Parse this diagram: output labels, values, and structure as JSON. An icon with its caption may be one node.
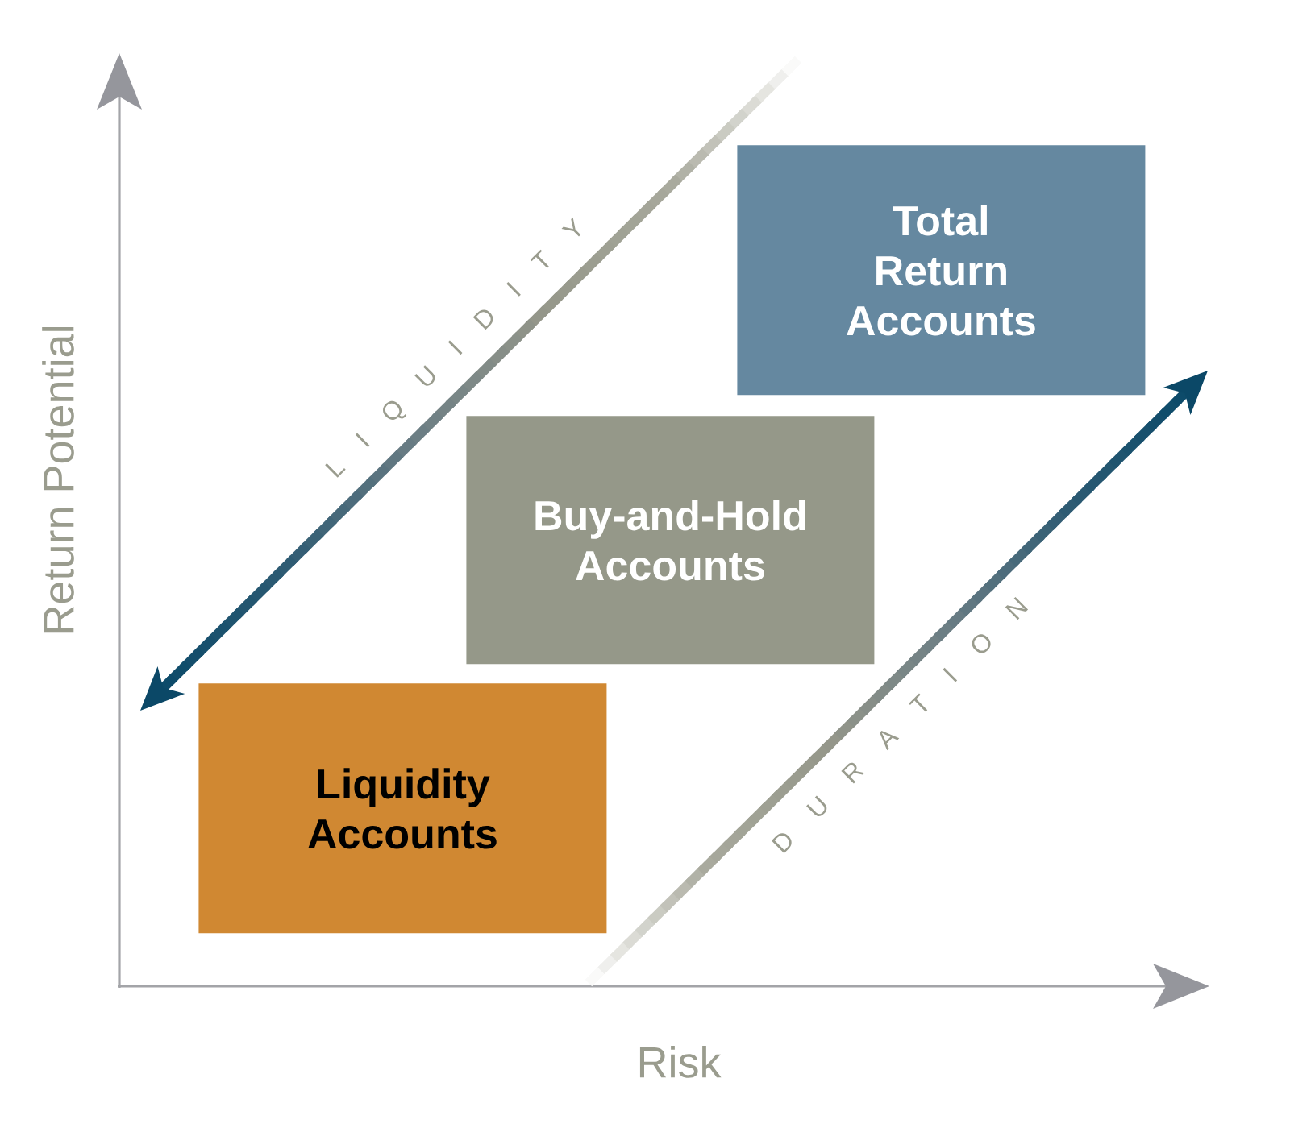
{
  "diagram": {
    "nodes": [
      {
        "text": [
          "Total Return Accounts"
        ]
      },
      {
        "text": [
          "Buy-and-Hold Accounts"
        ]
      },
      {
        "text": [
          "Liquidity Accounts"
        ]
      }
    ],
    "labels": [
      "L I Q U I D I T Y",
      "Return Potential",
      "D U R A T I O N",
      "Risk"
    ]
  }
}
